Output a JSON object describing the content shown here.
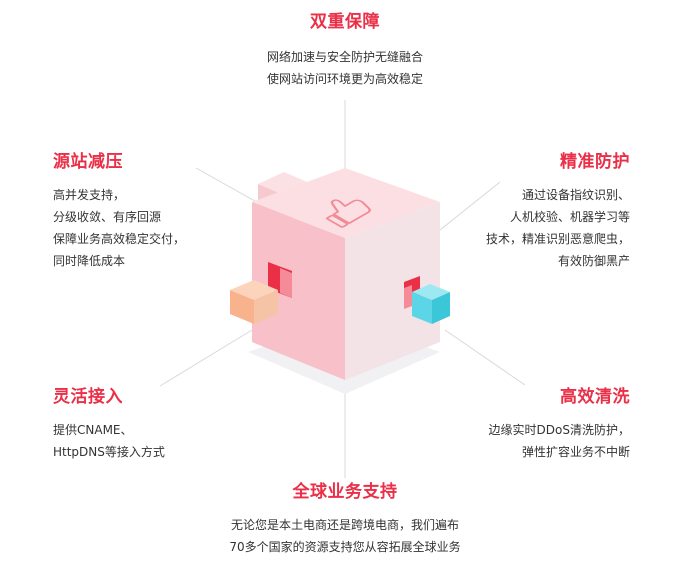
{
  "features": {
    "top": {
      "title": "双重保障",
      "lines": [
        "网络加速与安全防护无缝融合",
        "使网站访问环境更为高效稳定"
      ]
    },
    "left_top": {
      "title": "源站减压",
      "lines": [
        "高并发支持，",
        "分级收敛、有序回源",
        "保障业务高效稳定交付，",
        "同时降低成本"
      ]
    },
    "right_top": {
      "title": "精准防护",
      "lines": [
        "通过设备指纹识别、",
        "人机校验、机器学习等",
        "技术，精准识别恶意爬虫，",
        "有效防御黑产"
      ]
    },
    "left_bottom": {
      "title": "灵活接入",
      "lines": [
        "提供CNAME、",
        "HttpDNS等接入方式"
      ]
    },
    "right_bottom": {
      "title": "高效清洗",
      "lines": [
        "边缘实时DDoS清洗防护，",
        "弹性扩容业务不中断"
      ]
    },
    "bottom": {
      "title": "全球业务支持",
      "lines": [
        "无论您是本土电商还是跨境电商，我们遍布",
        "70多个国家的资源支持您从容拓展全球业务"
      ]
    }
  },
  "colors": {
    "accent": "#ea2f47",
    "text": "#333333",
    "cube_front": "#f9c3ca",
    "cube_top": "#fcdfe3",
    "cube_right": "#f4e6e8",
    "connector": "#d9d9d9",
    "small_cube_orange": "#f8b38d",
    "small_cube_cyan": "#49d2e3"
  },
  "icons": {
    "center": "thumbs-up-icon"
  }
}
